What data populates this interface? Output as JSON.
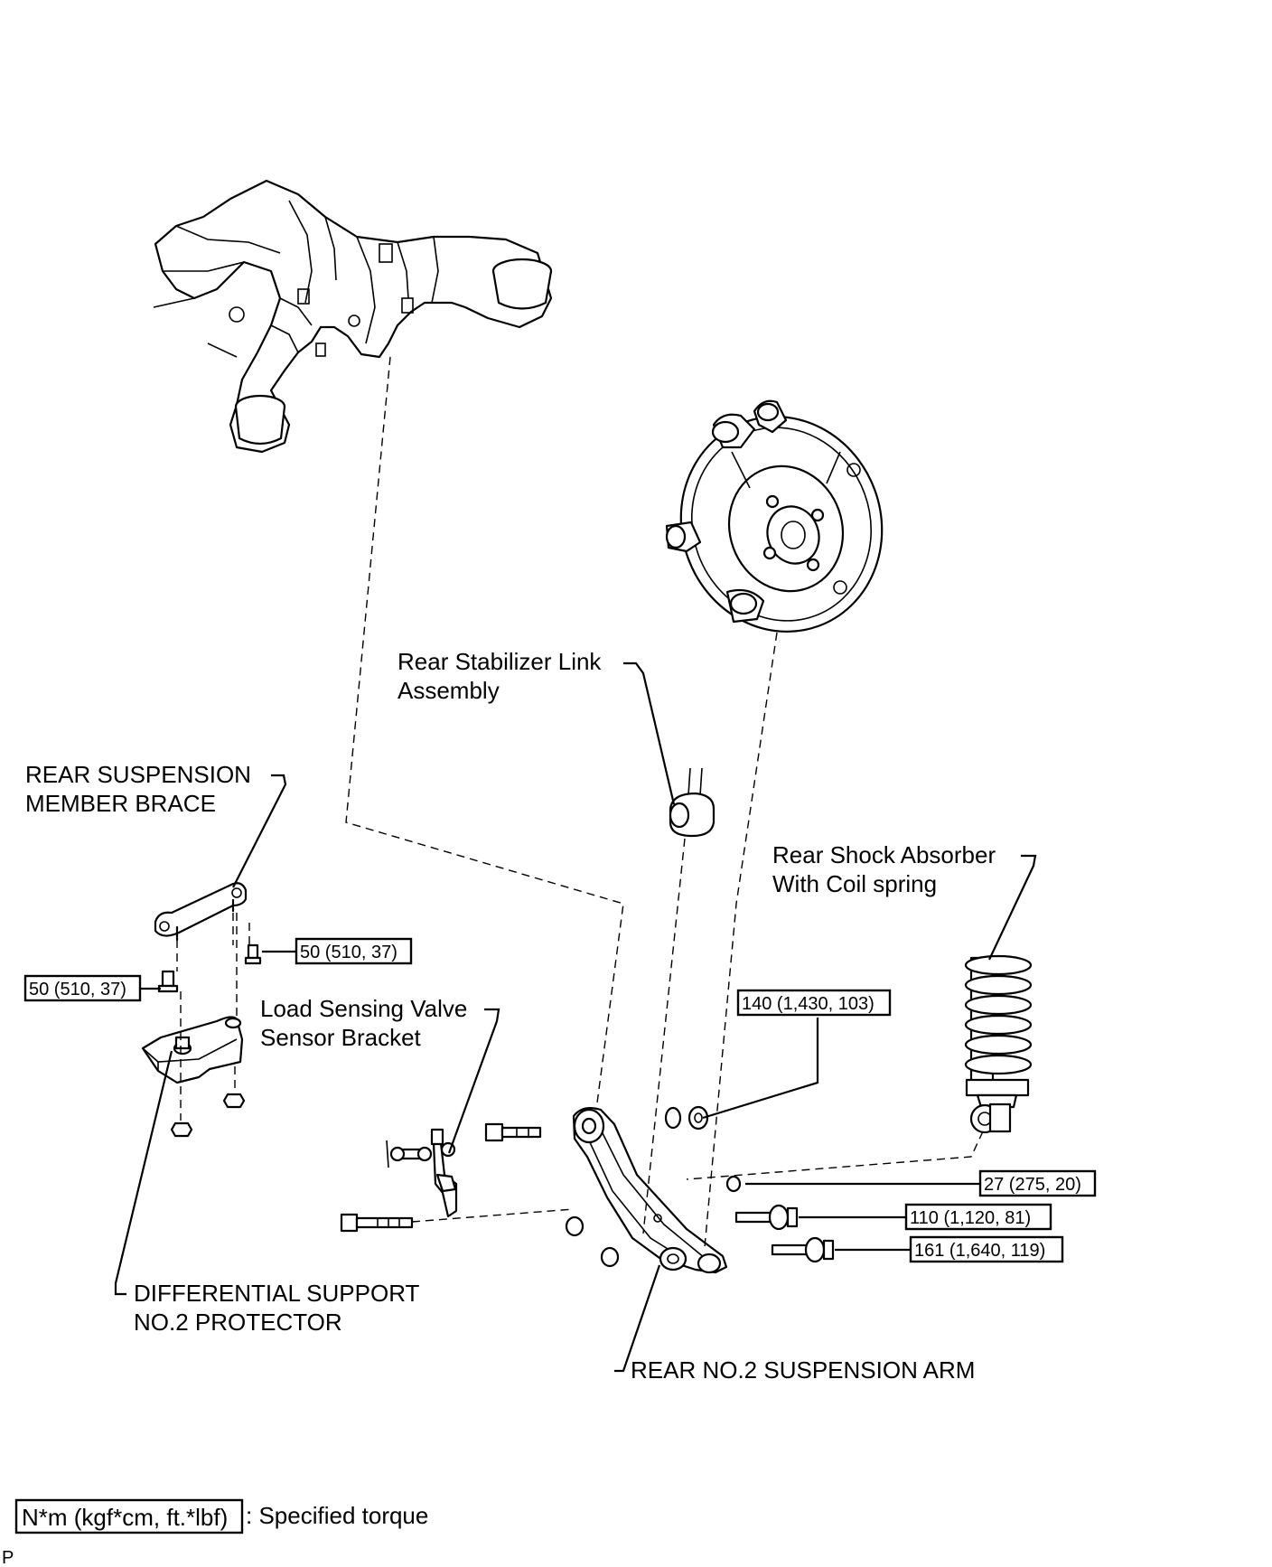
{
  "labels": {
    "rear_stabilizer_link": [
      "Rear Stabilizer Link",
      "Assembly"
    ],
    "rear_suspension_member_brace": [
      "REAR SUSPENSION",
      "MEMBER BRACE"
    ],
    "rear_shock_absorber": [
      "Rear Shock Absorber",
      "With Coil spring"
    ],
    "load_sensing_valve": [
      "Load Sensing Valve",
      "Sensor Bracket"
    ],
    "differential_support": [
      "DIFFERENTIAL SUPPORT",
      "NO.2 PROTECTOR"
    ],
    "rear_no2_suspension_arm": "REAR NO.2 SUSPENSION ARM"
  },
  "torques": {
    "brace_upper": "50 (510, 37)",
    "brace_lower": "50 (510, 37)",
    "arm_inner": "140 (1,430, 103)",
    "shock_lower": "27 (275, 20)",
    "arm_mid": "110 (1,120, 81)",
    "arm_outer": "161 (1,640, 119)"
  },
  "legend": {
    "box": "N*m (kgf*cm, ft.*lbf)",
    "text": ": Specified torque"
  },
  "corner_mark": "P"
}
